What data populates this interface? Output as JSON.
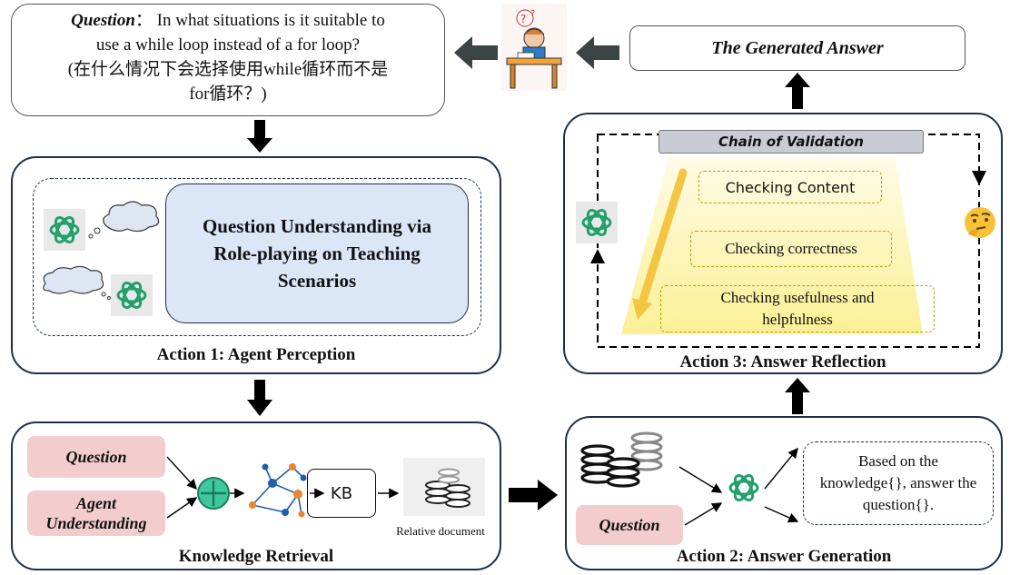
{
  "question": {
    "label": "Question",
    "separator": "：",
    "line1": "In what situations is it suitable to",
    "line2": "use a while loop instead of a for loop?",
    "line3": "(在什么情况下会选择使用while循环而不是",
    "line4": "for循环？)"
  },
  "generated_answer": "The Generated Answer",
  "action1": {
    "title": "Action 1: Agent Perception",
    "inner": "Question Understanding via Role-playing on Teaching Scenarios"
  },
  "retrieval": {
    "title": "Knowledge Retrieval",
    "question": "Question",
    "agent_understanding": "Agent Understanding",
    "kb": "KB",
    "relative_document": "Relative document"
  },
  "action2": {
    "title": "Action 2: Answer Generation",
    "question": "Question",
    "template": "Based on the knowledge{}, answer the question{}."
  },
  "action3": {
    "title": "Action 3: Answer Reflection",
    "chain": "Chain of Validation",
    "check1": "Checking Content",
    "check2": "Checking correctness",
    "check3": "Checking usefulness and helpfulness"
  },
  "icons": [
    "openai-logo-icon",
    "thinking-face-icon",
    "database-icon",
    "knowledge-graph-icon",
    "plus-circle-icon",
    "student-desk-icon",
    "thought-cloud-icon"
  ]
}
